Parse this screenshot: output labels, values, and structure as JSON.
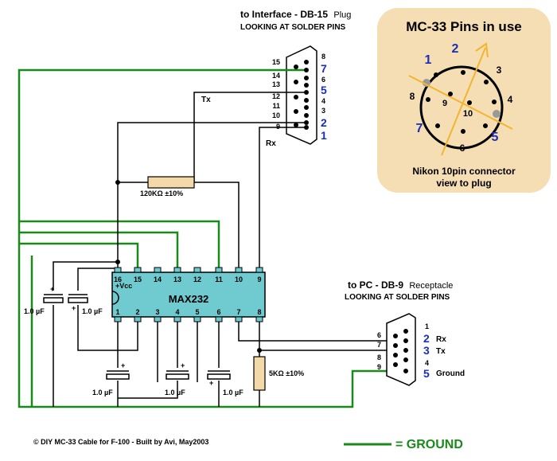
{
  "db15": {
    "title": "to Interface - DB-15",
    "title_suffix": "Plug",
    "subtitle": "LOOKING AT SOLDER PINS",
    "left_pins": [
      "15",
      "14",
      "13",
      "12",
      "11",
      "10",
      "9"
    ],
    "right_pins": [
      "8",
      "7",
      "6",
      "5",
      "4",
      "3",
      "2",
      "1"
    ],
    "tx_label": "Tx",
    "rx_label": "Rx"
  },
  "mc33": {
    "title": "MC-33 Pins in use",
    "pins_used": [
      "1",
      "2",
      "5",
      "7"
    ],
    "pins_other": [
      "3",
      "4",
      "6",
      "8",
      "9",
      "10"
    ],
    "caption_line1": "Nikon 10pin connector",
    "caption_line2": "view to plug"
  },
  "max232": {
    "name": "MAX232",
    "vcc_label": "+Vcc",
    "top_pins": [
      "16",
      "15",
      "14",
      "13",
      "12",
      "11",
      "10",
      "9"
    ],
    "bottom_pins": [
      "1",
      "2",
      "3",
      "4",
      "5",
      "6",
      "7",
      "8"
    ]
  },
  "resistors": {
    "r1": "120KΩ ±10%",
    "r2": "5KΩ ±10%"
  },
  "capacitors": {
    "value": "1.0 µF"
  },
  "db9": {
    "title": "to PC - DB-9",
    "title_suffix": "Receptacle",
    "subtitle": "LOOKING AT SOLDER PINS",
    "left_pins": [
      "6",
      "7",
      "8",
      "9"
    ],
    "right_pins": [
      "1",
      "2",
      "3",
      "4",
      "5"
    ],
    "rx_label": "Rx",
    "tx_label": "Tx",
    "ground_label": "Ground"
  },
  "footer": {
    "copyright": "© DIY MC-33 Cable for F-100 - Built by Avi, May2003",
    "legend": "= GROUND"
  },
  "colors": {
    "wire": "#000000",
    "ground": "#1a8a1a",
    "pin_number_blue": "#1a2fb5",
    "connector_panel": "#f5deb3",
    "chip_fill": "#6fcbcf",
    "resistor_fill": "#f4d9a8"
  }
}
